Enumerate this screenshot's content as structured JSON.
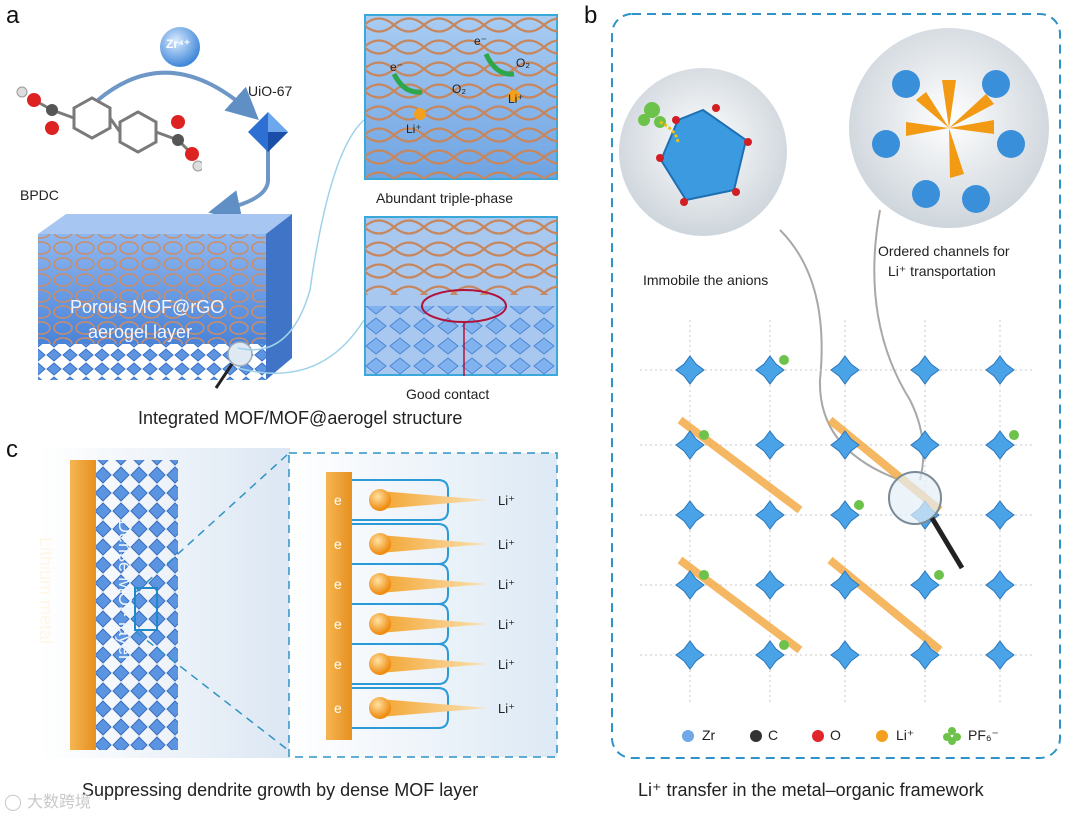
{
  "panel_a": {
    "letter": "a",
    "zr_label": "Zr⁴⁺",
    "mof_label": "UiO-67",
    "linker_label": "BPDC",
    "block_label_line1": "Porous MOF@rGO",
    "block_label_line2": "aerogel layer",
    "triple_phase_caption": "Abundant triple-phase",
    "good_contact_caption": "Good contact",
    "caption": "Integrated MOF/MOF@aerogel structure",
    "inset_labels": {
      "electron": "e⁻",
      "oxygen": "O₂",
      "lithium": "Li⁺"
    }
  },
  "panel_b": {
    "letter": "b",
    "left_circle_caption": "Immobile the anions",
    "right_circle_caption_line1": "Ordered channels for",
    "right_circle_caption_line2": "Li⁺ transportation",
    "caption": "Li⁺ transfer in the metal–organic framework",
    "legend": [
      {
        "label": "Zr",
        "color": "#6fa8e8"
      },
      {
        "label": "C",
        "color": "#333333"
      },
      {
        "label": "O",
        "color": "#e0262a"
      },
      {
        "label": "Li⁺",
        "color": "#f2a01e"
      },
      {
        "label": "PF₆⁻",
        "color": "#6cc24a"
      }
    ]
  },
  "panel_c": {
    "letter": "c",
    "lithium_label": "Lithium metal",
    "mof_label": "Dense MOF layer",
    "electron_label": "e",
    "li_label": "Li⁺",
    "caption": "Suppressing dendrite growth by dense MOF layer"
  },
  "watermark": "大数跨境"
}
